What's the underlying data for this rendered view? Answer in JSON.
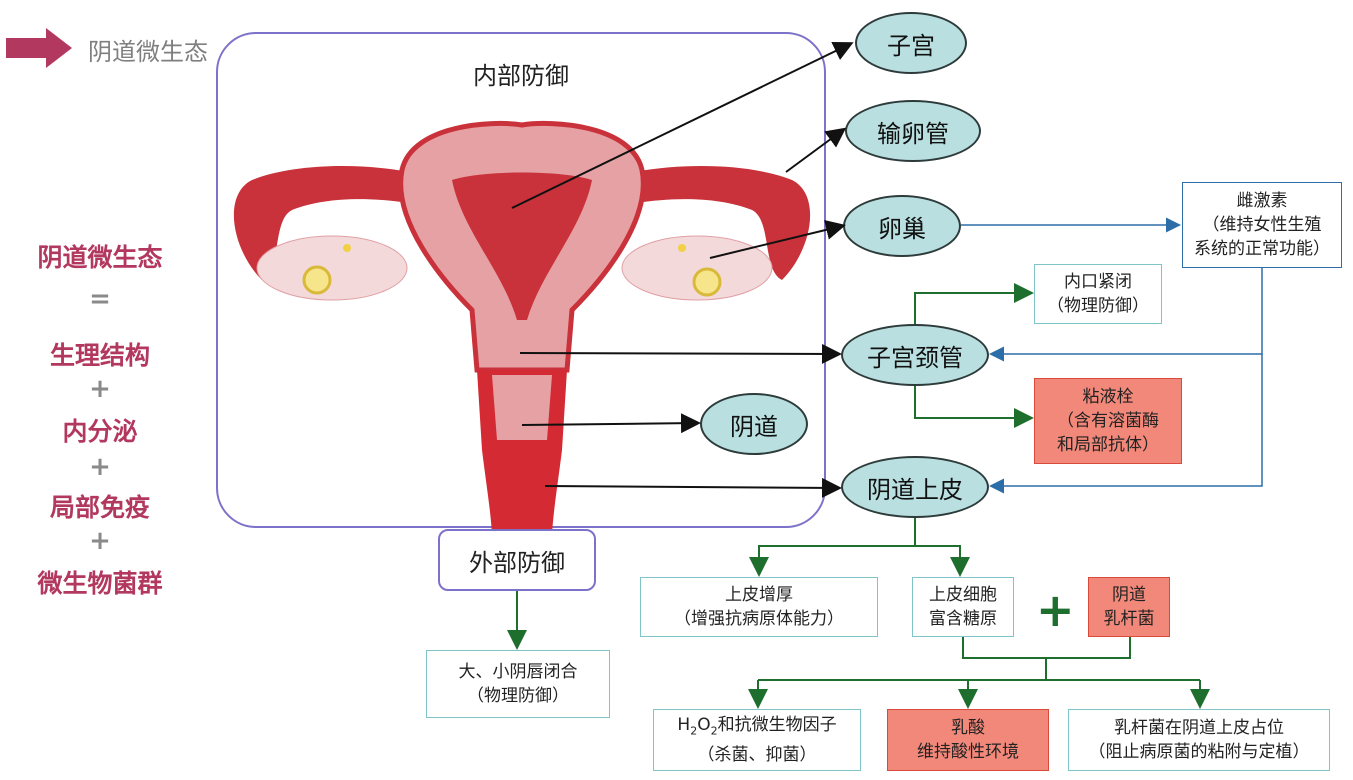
{
  "header": {
    "title": "阴道微生态",
    "arrow_color": "#b2385f"
  },
  "left_equation": {
    "items": [
      {
        "text": "阴道微生态",
        "kind": "term"
      },
      {
        "text": "=",
        "kind": "op"
      },
      {
        "text": "生理结构",
        "kind": "term"
      },
      {
        "text": "+",
        "kind": "op"
      },
      {
        "text": "内分泌",
        "kind": "term"
      },
      {
        "text": "+",
        "kind": "op"
      },
      {
        "text": "局部免疫",
        "kind": "term"
      },
      {
        "text": "+",
        "kind": "op"
      },
      {
        "text": "微生物菌群",
        "kind": "term"
      }
    ]
  },
  "internal_defense": {
    "title": "内部防御"
  },
  "external_defense": {
    "title": "外部防御"
  },
  "organs": {
    "uterus": "子宫",
    "fallopian_tube": "输卵管",
    "ovary": "卵巢",
    "cervical_canal": "子宫颈管",
    "vagina": "阴道",
    "vaginal_epithelium": "阴道上皮"
  },
  "boxes": {
    "estrogen": {
      "line1": "雌激素",
      "line2": "（维持女性生殖",
      "line3": "系统的正常功能）"
    },
    "inner_os": {
      "line1": "内口紧闭",
      "line2": "（物理防御）"
    },
    "mucus_plug": {
      "line1": "粘液栓",
      "line2": "（含有溶菌酶",
      "line3": "和局部抗体）"
    },
    "labia": {
      "line1": "大、小阴唇闭合",
      "line2": "（物理防御）"
    },
    "thickening": {
      "line1": "上皮增厚",
      "line2": "（增强抗病原体能力）"
    },
    "glycogen": {
      "line1": "上皮细胞",
      "line2": "富含糖原"
    },
    "lactobacillus": {
      "line1": "阴道",
      "line2": "乳杆菌"
    },
    "h2o2": {
      "prefix": "H",
      "sub1": "2",
      "mid": "O",
      "sub2": "2",
      "suffix": "和抗微生物因子",
      "line2": "（杀菌、抑菌）"
    },
    "lactic_acid": {
      "line1": "乳酸",
      "line2": "维持酸性环境"
    },
    "occupation": {
      "line1": "乳杆菌在阴道上皮占位",
      "line2": "（阻止病原菌的粘附与定植）"
    }
  },
  "plus_sign": "+",
  "colors": {
    "accent": "#b2385f",
    "ellipse_fill": "#b9dfe0",
    "green_arrow": "#1e6e2e",
    "blue_arrow": "#2d6ea8",
    "red_box": "#f2887a"
  }
}
